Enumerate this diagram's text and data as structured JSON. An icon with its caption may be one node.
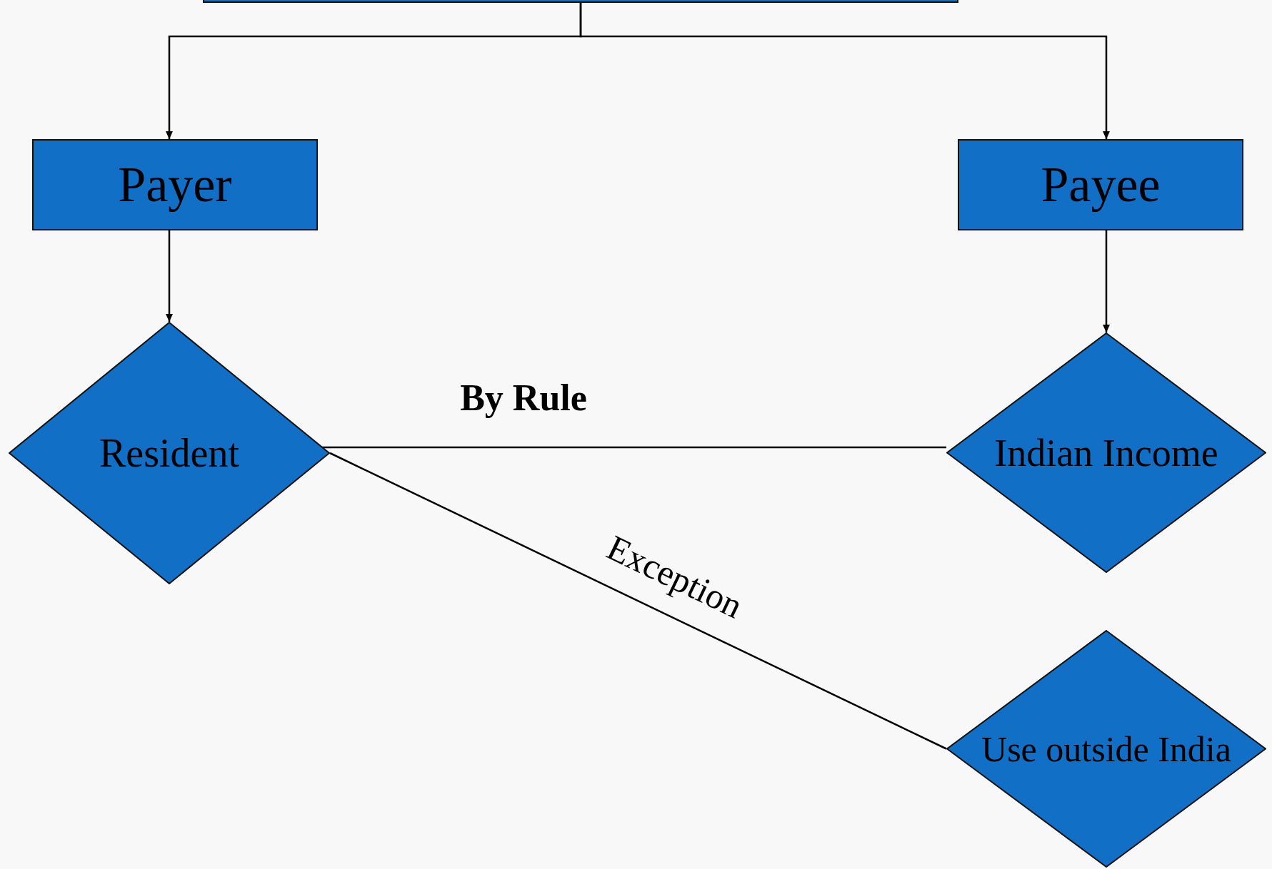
{
  "diagram": {
    "nodes": [
      {
        "text": [],
        "shape": "box"
      },
      {
        "text": [
          "Payer"
        ]
      },
      {
        "text": [
          "Payee"
        ]
      },
      {
        "text": [
          "Resident"
        ]
      },
      {
        "text": [
          "Indian Income"
        ]
      },
      {
        "text": [
          "Use outside India"
        ]
      }
    ],
    "edges": [
      {
        "from": 0,
        "to": 1,
        "arrow": "to"
      },
      {
        "from": 0,
        "to": 2,
        "arrow": "to"
      },
      {
        "from": 1,
        "to": 3,
        "arrow": "to"
      },
      {
        "from": 2,
        "to": 4,
        "arrow": "to"
      },
      {
        "from": 3,
        "to": 4,
        "arrow": "none",
        "label": "By Rule"
      },
      {
        "from": 3,
        "to": 5,
        "arrow": "none",
        "label": "Exception"
      }
    ]
  }
}
